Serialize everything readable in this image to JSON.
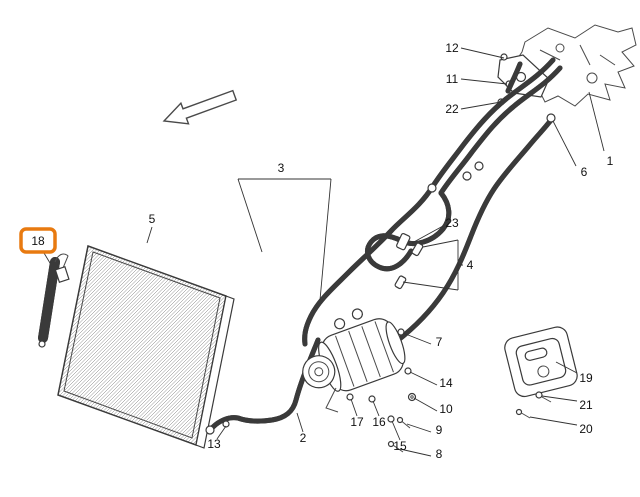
{
  "colors": {
    "highlight": "#e87a10",
    "line": "#3a3a3a",
    "background": "#ffffff"
  },
  "highlighted_callout": "18",
  "callouts": {
    "n1": "1",
    "n2": "2",
    "n3": "3",
    "n4": "4",
    "n5": "5",
    "n6": "6",
    "n7": "7",
    "n8": "8",
    "n9": "9",
    "n10": "10",
    "n11": "11",
    "n12": "12",
    "n13": "13",
    "n14": "14",
    "n15": "15",
    "n16": "16",
    "n17": "17",
    "n18": "18",
    "n19": "19",
    "n20": "20",
    "n21": "21",
    "n22": "22",
    "n23": "23"
  }
}
